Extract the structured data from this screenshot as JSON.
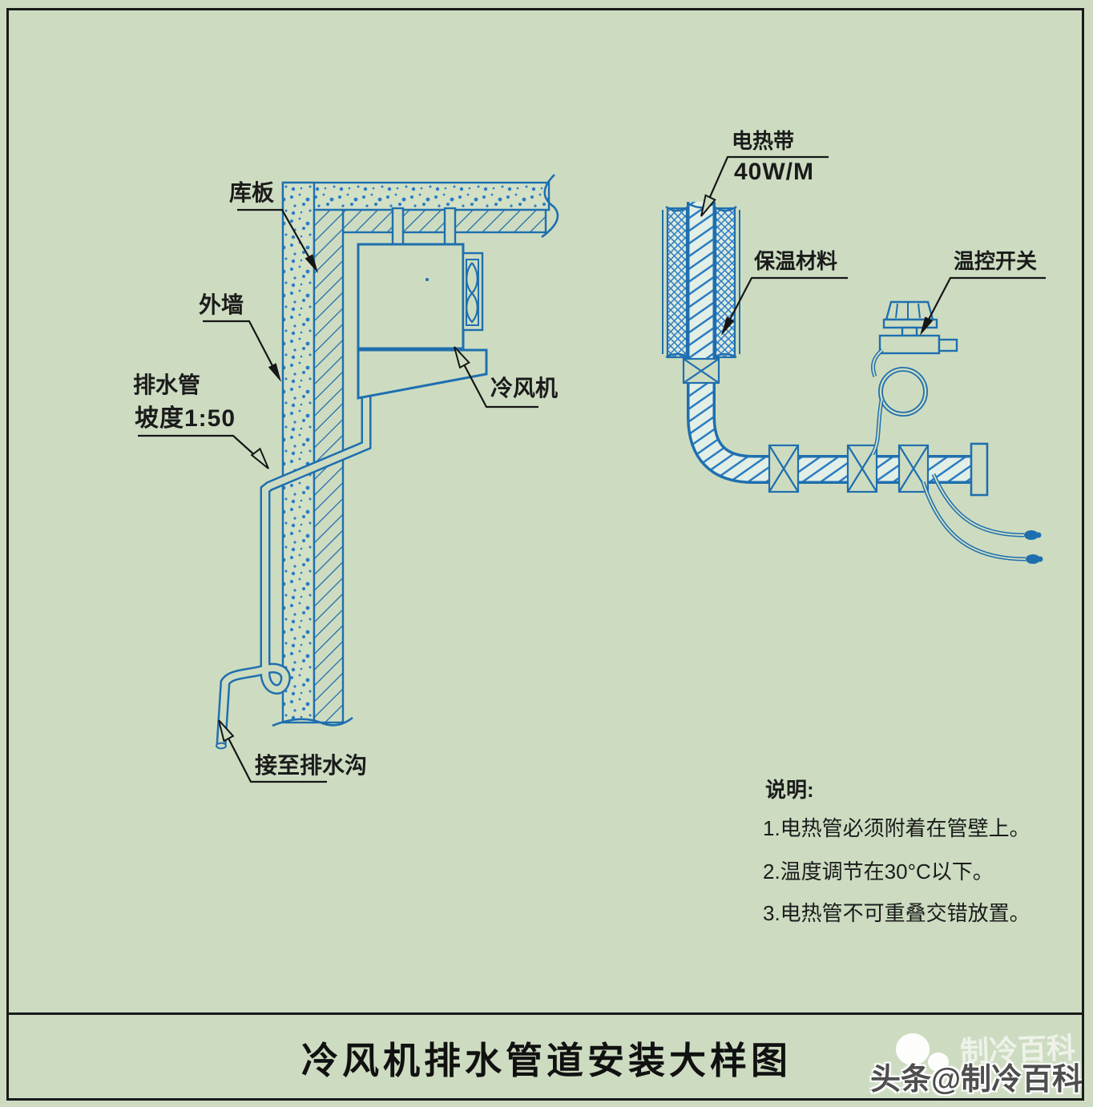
{
  "colors": {
    "paper_green": "#cddcc1",
    "line_blue": "#1f6fae",
    "speckle_blue": "#2b7cc2",
    "ink_black": "#1b1b1b",
    "watermark_gray": "#4e4e4e"
  },
  "left_diagram": {
    "labels": {
      "storage_panel": "库板",
      "exterior_wall": "外墙",
      "drain_pipe_line1": "排水管",
      "drain_pipe_line2": "坡度1:50",
      "air_cooler": "冷风机",
      "to_drain_ditch": "接至排水沟"
    }
  },
  "right_diagram": {
    "labels": {
      "heating_tape": "电热带",
      "heating_tape_rating": "40W/M",
      "insulation_material": "保温材料",
      "thermostat_switch": "温控开关"
    }
  },
  "notes": {
    "heading": "说明:",
    "items": [
      "1.电热管必须附着在管壁上。",
      "2.温度调节在30°C以下。",
      "3.电热管不可重叠交错放置。"
    ]
  },
  "title_block": {
    "title": "冷风机排水管道安装大样图"
  },
  "watermark": {
    "text": "头条@制冷百科",
    "ghost_text": "制冷百科"
  }
}
